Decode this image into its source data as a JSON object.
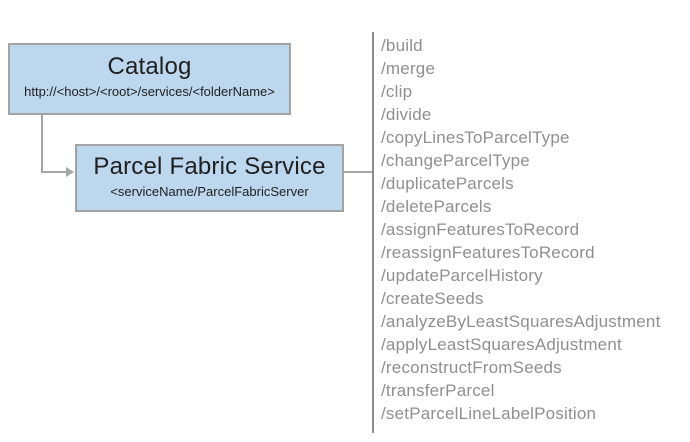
{
  "diagram": {
    "catalog": {
      "title": "Catalog",
      "subtitle": "http://<host>/<root>/services/<folderName>"
    },
    "service": {
      "title": "Parcel Fabric Service",
      "subtitle": "<serviceName/ParcelFabricServer"
    }
  },
  "endpoints": [
    "/build",
    "/merge",
    "/clip",
    "/divide",
    "/copyLinesToParcelType",
    "/changeParcelType",
    "/duplicateParcels",
    "/deleteParcels",
    "/assignFeaturesToRecord",
    "/reassignFeaturesToRecord",
    "/updateParcelHistory",
    "/createSeeds",
    "/analyzeByLeastSquaresAdjustment",
    "/applyLeastSquaresAdjustment",
    "/reconstructFromSeeds",
    "/transferParcel",
    "/setParcelLineLabelPosition"
  ],
  "colors": {
    "box_fill": "#bdd7ee",
    "box_border": "#a3a3a3",
    "connector": "#a6a6a6",
    "divider": "#8c8c8c",
    "endpoint_text": "#8f8f8f",
    "title_text": "#1f1f1f"
  }
}
